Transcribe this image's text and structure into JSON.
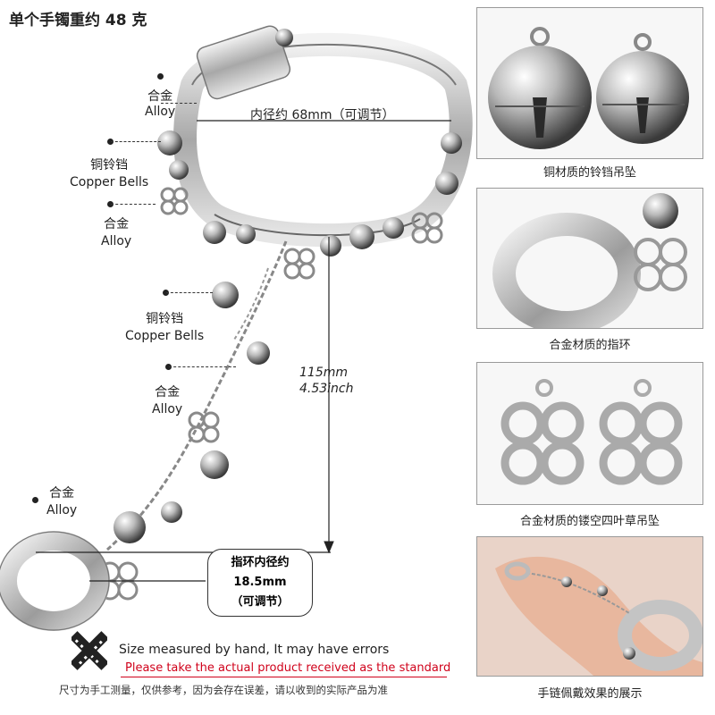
{
  "header": {
    "weight_text": "单个手镯重约 48 克"
  },
  "measurements": {
    "inner_diameter": "内径约 68mm（可调节）",
    "length_mm": "115mm",
    "length_inch": "4.53inch",
    "ring_title": "指环内径约",
    "ring_size": "18.5mm",
    "ring_adjust": "（可调节）"
  },
  "labels": [
    {
      "cn": "合金",
      "en": "Alloy"
    },
    {
      "cn": "铜铃铛",
      "en": "Copper Bells"
    },
    {
      "cn": "合金",
      "en": "Alloy"
    },
    {
      "cn": "铜铃铛",
      "en": "Copper Bells"
    },
    {
      "cn": "合金",
      "en": "Alloy"
    },
    {
      "cn": "合金",
      "en": "Alloy"
    }
  ],
  "disclaimer": {
    "line1": "Size measured by hand, It may have errors",
    "line2": "Please take the actual product received as the standard",
    "line3": "尺寸为手工测量，仅供参考，因为会存在误差，请以收到的实际产品为准"
  },
  "panels": [
    {
      "caption": "铜材质的铃铛吊坠"
    },
    {
      "caption": "合金材质的指环"
    },
    {
      "caption": "合金材质的镂空四叶草吊坠"
    },
    {
      "caption": "手链佩戴效果的展示"
    }
  ],
  "colors": {
    "accent_red": "#d0021b",
    "silver": "#c9c9c9",
    "text": "#222222"
  },
  "icons": [
    "ruler-cross-icon",
    "bell-icon",
    "clover-icon",
    "ring-icon"
  ]
}
